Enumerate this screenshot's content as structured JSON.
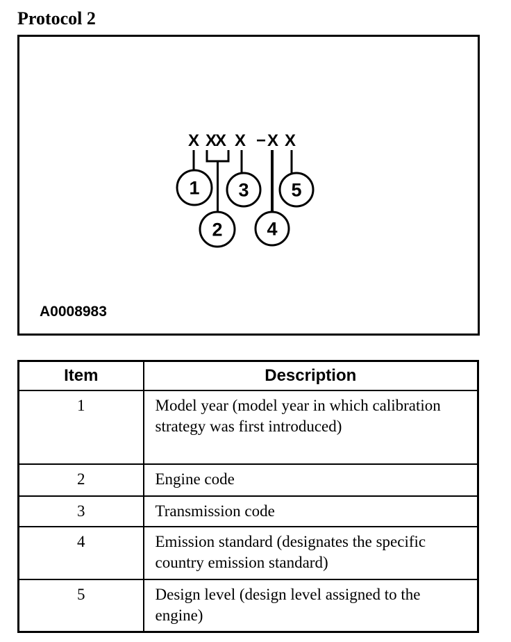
{
  "page": {
    "title": "Protocol 2"
  },
  "figure": {
    "label": "A0008983",
    "code_format": "X XX X − X X",
    "code": {
      "group1": "X",
      "group2": "XX",
      "group3": "X",
      "separator": "−",
      "group4": "X",
      "group5": "X"
    },
    "callouts": [
      "1",
      "2",
      "3",
      "4",
      "5"
    ]
  },
  "table": {
    "headers": {
      "item": "Item",
      "description": "Description"
    },
    "rows": [
      {
        "item": "1",
        "description": "Model year (model year in which calibration strategy was first introduced)"
      },
      {
        "item": "2",
        "description": "Engine code"
      },
      {
        "item": "3",
        "description": "Transmission code"
      },
      {
        "item": "4",
        "description": "Emission standard (designates the specific country emission standard)"
      },
      {
        "item": "5",
        "description": "Design level (design level assigned to the engine)"
      }
    ]
  }
}
